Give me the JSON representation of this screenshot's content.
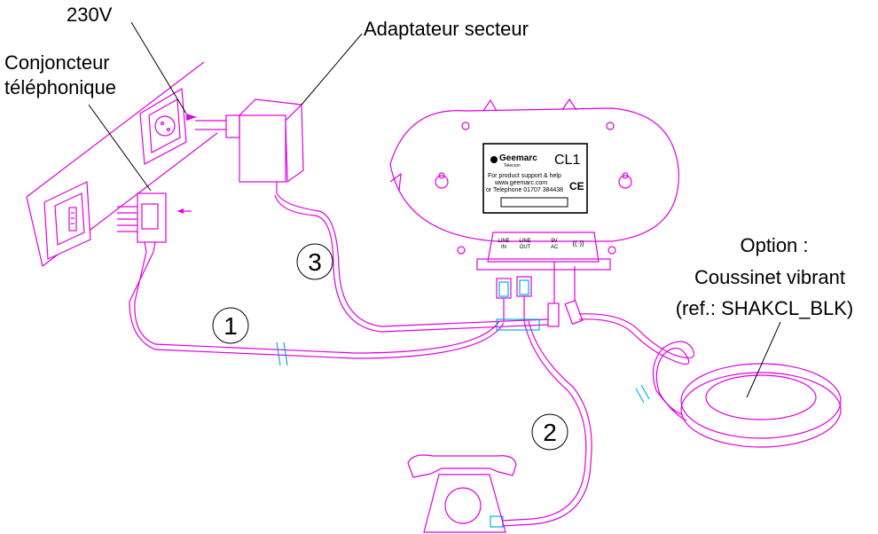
{
  "labels": {
    "voltage": "230V",
    "phone_jack_line1": "Conjoncteur",
    "phone_jack_line2": "téléphonique",
    "adapter": "Adaptateur secteur",
    "option_line1": "Option :",
    "option_line2": "Coussinet vibrant",
    "option_line3": "(ref.: SHAKCL_BLK)"
  },
  "numbers": {
    "one": "1",
    "two": "2",
    "three": "3"
  },
  "device": {
    "brand": "Geemarc",
    "brand_sub": "Telecom",
    "model": "CL1",
    "support1": "For product support & help",
    "support2": "www.geemarc.com",
    "support3": "or Telephone 01707 384438",
    "ce": "CE",
    "ports": {
      "line_in_1": "LINE",
      "line_in_2": "IN",
      "line_out_1": "LINE",
      "line_out_2": "OUT",
      "dc_1": "9V",
      "dc_2": "AC",
      "vib": "((·))"
    }
  },
  "colors": {
    "cable": "#e000e0",
    "connector": "#00b0e0",
    "outline": "#000000"
  }
}
